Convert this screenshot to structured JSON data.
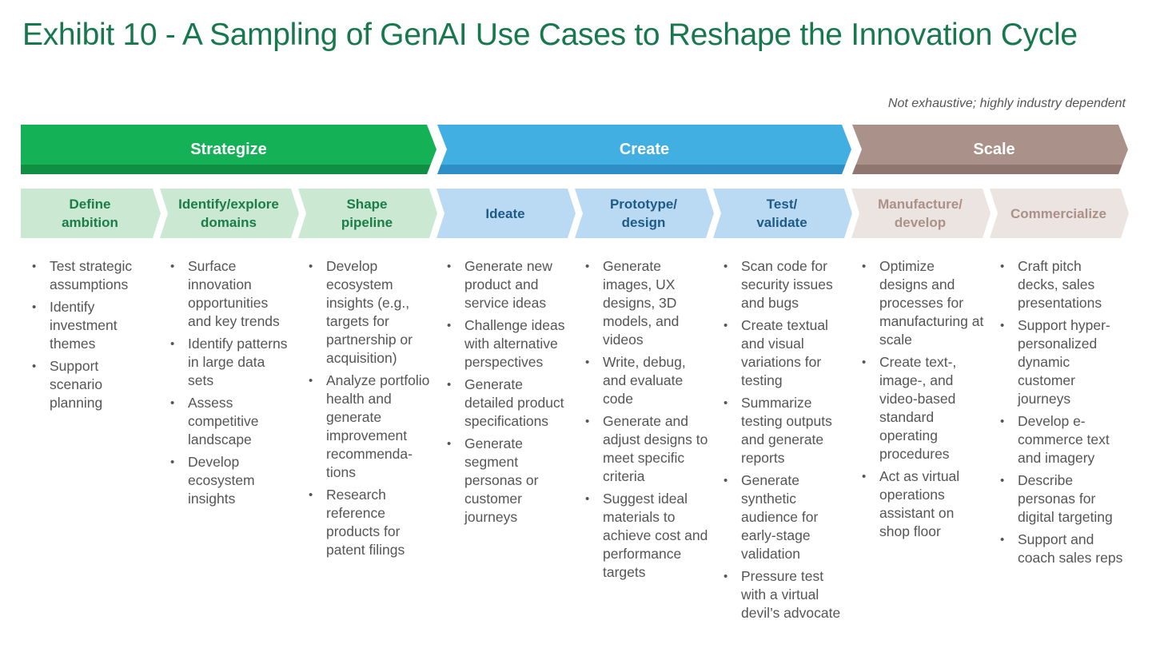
{
  "title": "Exhibit 10 - A Sampling of GenAI Use Cases to Reshape the Innovation Cycle",
  "note": "Not exhaustive; highly industry dependent",
  "colors": {
    "title": "#18784d",
    "strategize": "#14b156",
    "strategize_shadow": "#0f8e44",
    "create": "#42afe3",
    "create_shadow": "#2d8fc5",
    "scale": "#aa9189",
    "scale_shadow": "#8f776f",
    "strategize_step_bg": "#cbe8d2",
    "strategize_step_text": "#1b7d48",
    "create_step_bg": "#b9daf2",
    "create_step_text": "#1e5b87",
    "scale_step_bg": "#ebe4e1",
    "scale_step_text": "#aa9189",
    "body_text": "#555555"
  },
  "phases": [
    {
      "id": "strategize",
      "label": "Strategize"
    },
    {
      "id": "create",
      "label": "Create"
    },
    {
      "id": "scale",
      "label": "Scale"
    }
  ],
  "steps": [
    {
      "phase": "strategize",
      "label": "Define\nambition",
      "items": [
        "Test strategic assumptions",
        "Identify investment themes",
        "Support scenario planning"
      ]
    },
    {
      "phase": "strategize",
      "label": "Identify/explore\ndomains",
      "items": [
        "Surface innovation opportunities and key trends",
        "Identify patterns in large data sets",
        "Assess competitive landscape",
        "Develop ecosystem insights"
      ]
    },
    {
      "phase": "strategize",
      "label": "Shape\npipeline",
      "items": [
        "Develop ecosystem insights (e.g., targets for partnership or acquisition)",
        "Analyze portfolio health and generate improvement recommenda-tions",
        "Research reference products for patent filings"
      ]
    },
    {
      "phase": "create",
      "label": "Ideate",
      "items": [
        "Generate new product and service ideas",
        "Challenge ideas with alternative perspectives",
        "Generate detailed product specifications",
        "Generate segment personas or customer journeys"
      ]
    },
    {
      "phase": "create",
      "label": "Prototype/\ndesign",
      "items": [
        "Generate images, UX designs, 3D models, and videos",
        "Write, debug, and evaluate code",
        "Generate and adjust designs to meet specific criteria",
        "Suggest ideal materials to achieve cost and performance targets"
      ]
    },
    {
      "phase": "create",
      "label": "Test/\nvalidate",
      "items": [
        "Scan code for security issues and bugs",
        "Create textual and visual variations for testing",
        "Summarize testing outputs and generate reports",
        "Generate synthetic audience for early-stage validation",
        "Pressure test with a virtual devil’s advocate"
      ]
    },
    {
      "phase": "scale",
      "label": "Manufacture/\ndevelop",
      "items": [
        "Optimize designs and processes for manufacturing at scale",
        "Create text-, image-, and video-based standard operating procedures",
        "Act as virtual operations assistant on shop floor"
      ]
    },
    {
      "phase": "scale",
      "label": "Commercialize",
      "items": [
        "Craft pitch decks, sales presentations",
        "Support hyper-personalized dynamic customer journeys",
        "Develop e-commerce text and imagery",
        "Describe personas for digital targeting",
        "Support and coach sales reps"
      ]
    }
  ],
  "bullet": "•"
}
